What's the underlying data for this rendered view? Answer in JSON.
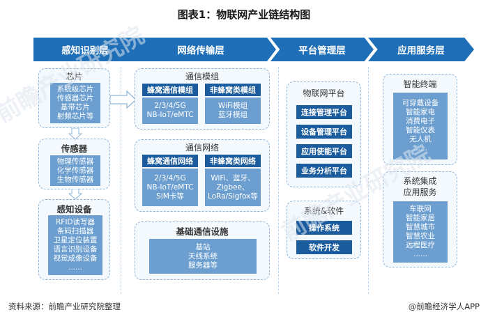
{
  "title": "图表1：物联网产业链结构图",
  "layers": [
    "感知识别层",
    "网络传输层",
    "平台管理层",
    "应用服务层"
  ],
  "perception": {
    "chip": {
      "title": "芯片",
      "items": [
        "系统级芯片",
        "传感器芯片",
        "基带芯片",
        "射频芯片等"
      ]
    },
    "sensor": {
      "title": "传感器",
      "items": [
        "物理传感器",
        "化学传感器",
        "生物传感器"
      ]
    },
    "device": {
      "title": "感知设备",
      "items": [
        "RFID读写器",
        "条码扫描器",
        "卫星定位装置",
        "语言识别设备",
        "视觉成像设备",
        "......"
      ]
    }
  },
  "network": {
    "module": {
      "title": "通信模组",
      "cellular": {
        "head": "蜂窝通信模组",
        "items": [
          "2/3/4/5G",
          "NB-IoT/eMTC"
        ]
      },
      "noncellular": {
        "head": "非蜂窝类模组",
        "items": [
          "WiFi模组",
          "蓝牙模组"
        ]
      }
    },
    "net": {
      "title": "通信网络",
      "cellular": {
        "head": "蜂窝通信网络",
        "items": [
          "2/3/4/5G",
          "NB-IoT/eMTC",
          "SIM卡等"
        ]
      },
      "noncellular": {
        "head": "非蜂窝类网络",
        "items": [
          "WiFi、蓝牙、",
          "Zigbee、",
          "LoRa/Sigfox等"
        ]
      }
    },
    "infra": {
      "title": "基础通信设施",
      "items": [
        "基站",
        "天线系统",
        "服务器等"
      ]
    }
  },
  "platform": {
    "iot": {
      "title": "物联网平台",
      "buttons": [
        "连接管理平台",
        "设备管理平台",
        "应用使能平台",
        "业务分析平台"
      ]
    },
    "software": {
      "title": "系统&软件",
      "buttons": [
        "操作系统",
        "软件开发"
      ]
    }
  },
  "application": {
    "terminal": {
      "title": "智能终端",
      "items": [
        "可穿戴设备",
        "智能家电",
        "消费电子",
        "智能仪表",
        "无人机",
        "......"
      ]
    },
    "integration": {
      "title_lines": [
        "系统集成",
        "应用服务"
      ],
      "items": [
        "车联网",
        "智能家居",
        "智慧城市",
        "智慧农业",
        "远程医疗",
        "......"
      ]
    }
  },
  "footer": {
    "source": "资料来源：前瞻产业研究院整理",
    "brand": "@前瞻经济学人APP"
  },
  "watermark": "前瞻产业研究院"
}
